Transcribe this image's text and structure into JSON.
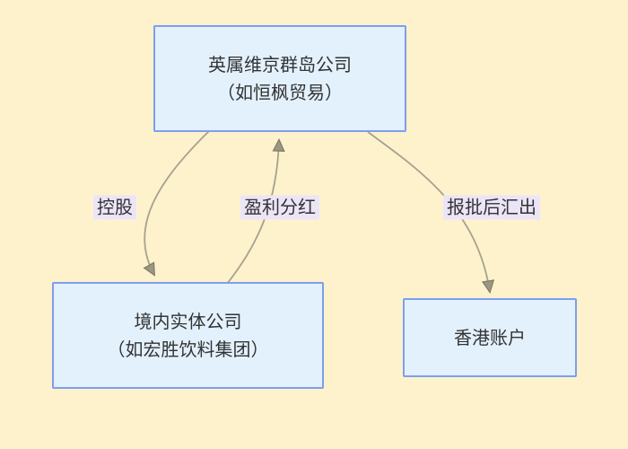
{
  "diagram": {
    "title": "offshore-structure-flowchart",
    "colors": {
      "background": "#fdf2cc",
      "node_fill": "#e3f1fd",
      "node_border": "#7d9ef1",
      "edge_line": "#a7a18e",
      "arrowhead_fill": "#9c9782",
      "arrowhead_stroke": "#827d6a",
      "edge_label_bg": "#ece5f8",
      "text": "#333333"
    },
    "nodes": [
      {
        "id": "bvi-company",
        "lines": [
          "英属维京群岛公司",
          "（如恒枫贸易）"
        ]
      },
      {
        "id": "domestic-company",
        "lines": [
          "境内实体公司",
          "（如宏胜饮料集团）"
        ]
      },
      {
        "id": "hk-account",
        "lines": [
          "香港账户"
        ]
      }
    ],
    "edges": [
      {
        "id": "holding",
        "from": "bvi-company",
        "to": "domestic-company",
        "label": "控股"
      },
      {
        "id": "dividend",
        "from": "domestic-company",
        "to": "bvi-company",
        "label": "盈利分红"
      },
      {
        "id": "remit",
        "from": "bvi-company",
        "to": "hk-account",
        "label": "报批后汇出"
      }
    ]
  }
}
